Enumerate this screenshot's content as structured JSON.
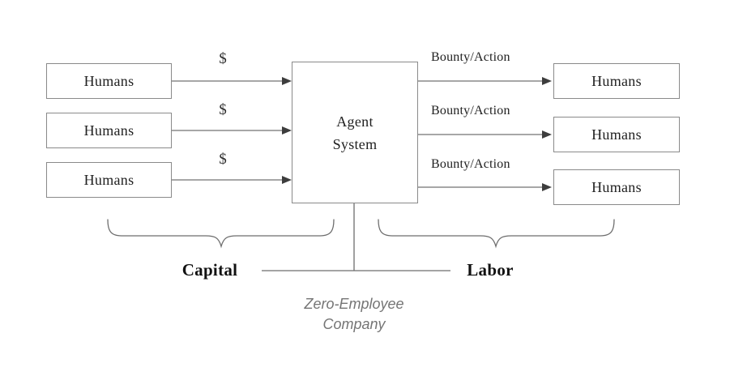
{
  "diagram": {
    "agent_box": {
      "label": "Agent System"
    },
    "capital_side": {
      "boxes": [
        "Humans",
        "Humans",
        "Humans"
      ],
      "flow_labels": [
        "$",
        "$",
        "$"
      ],
      "group_label": "Capital"
    },
    "labor_side": {
      "boxes": [
        "Humans",
        "Humans",
        "Humans"
      ],
      "flow_labels": [
        "Bounty/Action",
        "Bounty/Action",
        "Bounty/Action"
      ],
      "group_label": "Labor"
    },
    "caption": "Zero-Employee Company",
    "colors": {
      "background": "#ffffff",
      "box_border": "#8a8a8a",
      "arrow_line": "#8a8a8a",
      "arrowhead": "#3d3d3d",
      "brace": "#6d6d6d",
      "connector": "#6d6d6d",
      "text": "#1f1f1f",
      "group_label": "#111111",
      "caption": "#757575"
    }
  }
}
